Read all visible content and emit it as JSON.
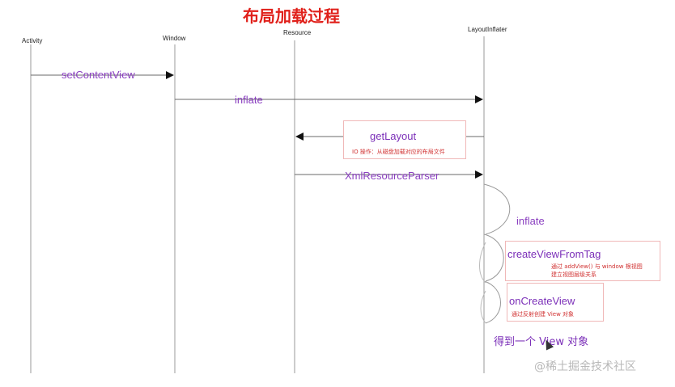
{
  "title": "布局加载过程",
  "actors": {
    "activity": "Activity",
    "window": "Window",
    "resource": "Resource",
    "layout_inflater": "LayoutInflater"
  },
  "messages": {
    "set_content_view": "setContentView",
    "inflate_1": "inflate",
    "get_layout": "getLayout",
    "get_layout_note": "IO 操作：从磁盘加载对应的布局文件",
    "xml_resource_parser": "XmlResourceParser",
    "inflate_2": "inflate",
    "create_view_from_tag": "createViewFromTag",
    "create_view_from_tag_note_1": "通过 addView() 与 window 根视图",
    "create_view_from_tag_note_2": "建立视图层级关系",
    "on_create_view": "onCreateView",
    "on_create_view_note": "通过反射创建 View 对象",
    "result": "得到一个 View 对象"
  },
  "watermark": "@稀土掘金技术社区",
  "colors": {
    "title": "#e0201a",
    "message": "#8a3fc0",
    "note": "#d03030",
    "box_border": "#f0b8b8",
    "lifeline": "#9a9a9a",
    "arrow": "#6a6a6a"
  }
}
